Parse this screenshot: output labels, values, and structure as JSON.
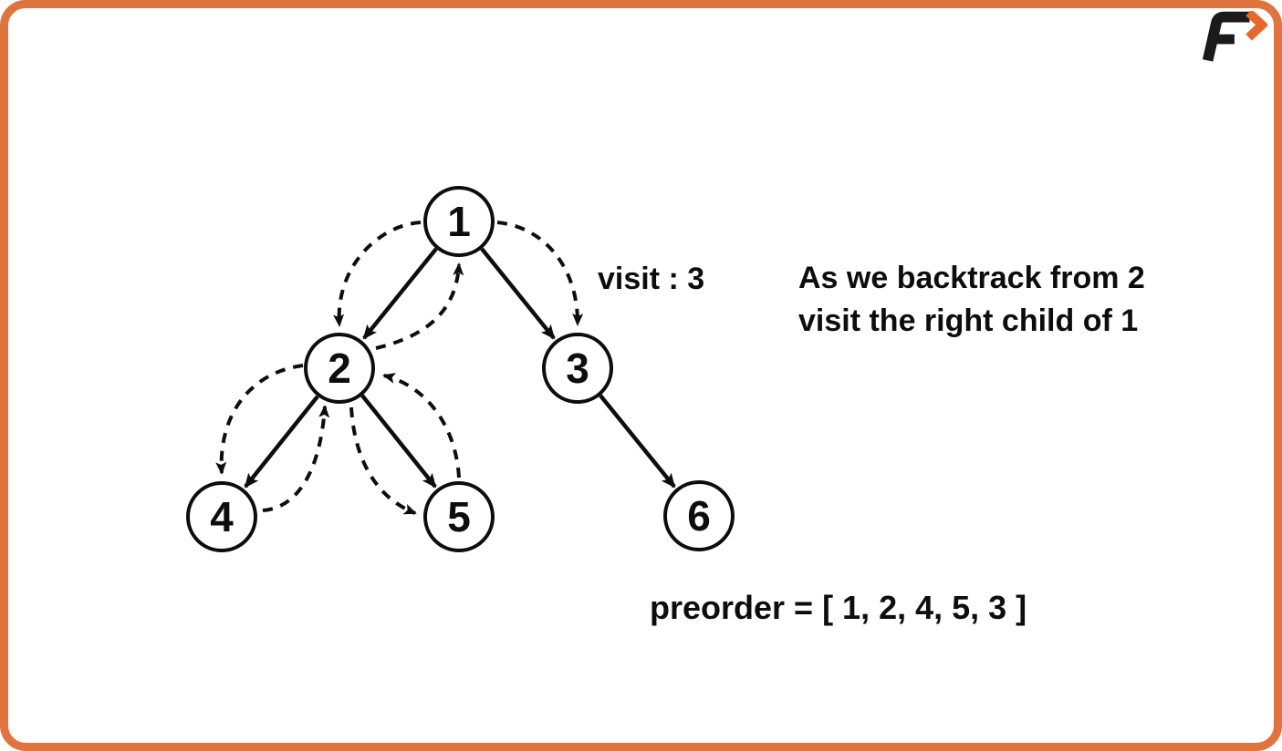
{
  "colors": {
    "frame_border": "#E0743E",
    "ink": "#0d0d0d",
    "logo_f": "#1b1b1b",
    "logo_arrow": "#E8672A"
  },
  "logo": {
    "icon": "takeuforward-f-arrow-logo"
  },
  "tree": {
    "nodes": [
      {
        "label": "1"
      },
      {
        "label": "2"
      },
      {
        "label": "3"
      },
      {
        "label": "4"
      },
      {
        "label": "5"
      },
      {
        "label": "6"
      }
    ],
    "solid_edges": [
      "1-2",
      "1-3",
      "2-4",
      "2-5",
      "3-6"
    ],
    "traversal_dashed_arrows": [
      "1-2 visit",
      "2-4 visit",
      "4-2 backtrack",
      "2-5 visit",
      "5-2 backtrack",
      "2-1 backtrack",
      "1-3 visit"
    ]
  },
  "annotations": {
    "visit_label": "visit : 3",
    "note_line1": "As we backtrack from 2",
    "note_line2": "visit the right child of 1",
    "preorder_label": "preorder = [ 1, 2, 4, 5, 3 ]"
  }
}
